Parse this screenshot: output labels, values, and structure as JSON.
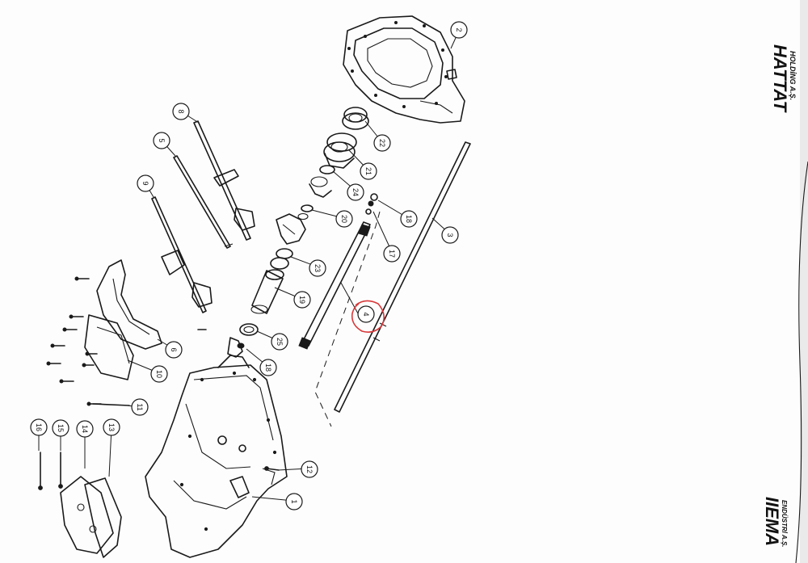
{
  "callouts": [
    {
      "label": "2"
    },
    {
      "label": "22"
    },
    {
      "label": "21"
    },
    {
      "label": "24"
    },
    {
      "label": "8"
    },
    {
      "label": "5"
    },
    {
      "label": "9"
    },
    {
      "label": "20"
    },
    {
      "label": "18"
    },
    {
      "label": "3"
    },
    {
      "label": "17"
    },
    {
      "label": "23"
    },
    {
      "label": "19"
    },
    {
      "label": "4"
    },
    {
      "label": "6"
    },
    {
      "label": "25"
    },
    {
      "label": "18"
    },
    {
      "label": "10"
    },
    {
      "label": "11"
    },
    {
      "label": "16"
    },
    {
      "label": "15"
    },
    {
      "label": "14"
    },
    {
      "label": "13"
    },
    {
      "label": "12"
    },
    {
      "label": "1"
    }
  ],
  "highlight": {
    "label": "4",
    "color": "#d9383a"
  },
  "brand_top": {
    "line1": "HATTAT",
    "line2": "HOLDİNG A.Ş."
  },
  "brand_bottom": {
    "line1": "IIEMA",
    "line2": "ENDÜSTRİ A.Ş."
  }
}
